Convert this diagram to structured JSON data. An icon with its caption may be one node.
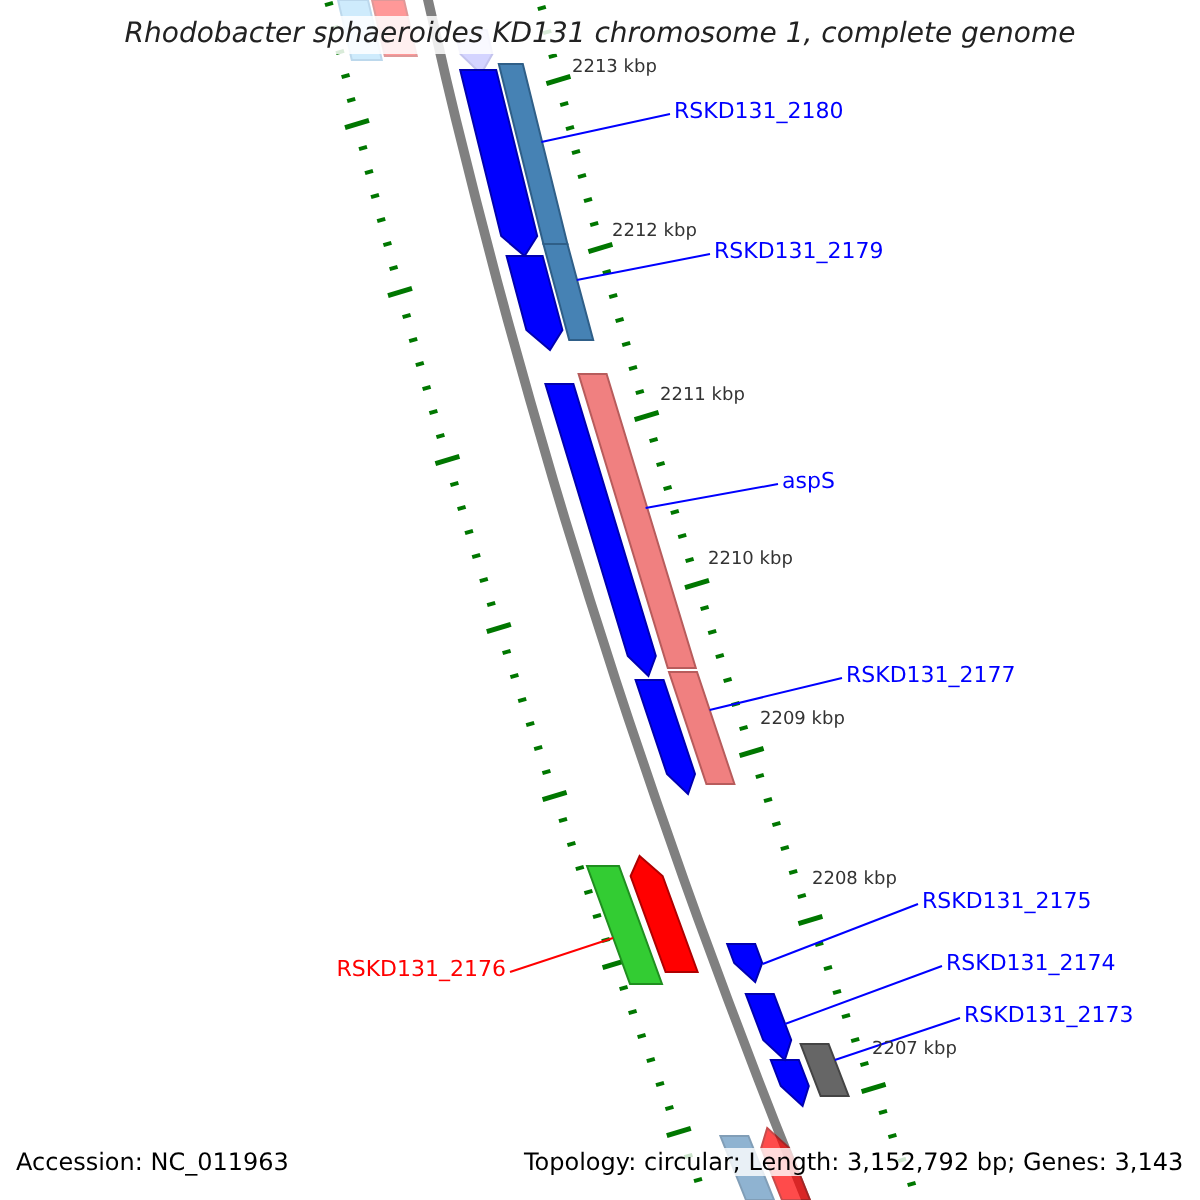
{
  "diagram": {
    "title": "Rhodobacter sphaeroides KD131 chromosome 1, complete genome",
    "nodes": [
      {
        "text": [
          "RSKD131_2180"
        ]
      },
      {
        "text": [],
        "shape": "arrow"
      },
      {
        "text": [
          "RSKD131_2179"
        ]
      },
      {
        "text": [],
        "shape": "arrow"
      },
      {
        "text": [
          "aspS"
        ]
      },
      {
        "text": [],
        "shape": "arrow"
      },
      {
        "text": [
          "RSKD131_2177"
        ]
      },
      {
        "text": [],
        "shape": "arrow"
      },
      {
        "text": [
          "RSKD131_2176"
        ]
      },
      {
        "text": [],
        "shape": "arrow"
      },
      {
        "text": [
          "RSKD131_2175"
        ]
      },
      {
        "text": [],
        "shape": "arrow"
      },
      {
        "text": [
          "RSKD131_2174"
        ]
      },
      {
        "text": [],
        "shape": "arrow"
      },
      {
        "text": [
          "RSKD131_2173"
        ]
      },
      {
        "text": [],
        "shape": "box"
      }
    ],
    "edges": [
      {
        "from": 0,
        "to": 1,
        "arrow": "none"
      },
      {
        "from": 2,
        "to": 3,
        "arrow": "none"
      },
      {
        "from": 4,
        "to": 5,
        "arrow": "none"
      },
      {
        "from": 6,
        "to": 7,
        "arrow": "none"
      },
      {
        "from": 8,
        "to": 9,
        "arrow": "none",
        "color": "#ff0000"
      },
      {
        "from": 10,
        "to": 11,
        "arrow": "none"
      },
      {
        "from": 12,
        "to": 13,
        "arrow": "none"
      },
      {
        "from": 14,
        "to": 15,
        "arrow": "none"
      }
    ],
    "labels": [
      "2213 kbp",
      "2212 kbp",
      "2211 kbp",
      "2210 kbp",
      "2209 kbp",
      "2208 kbp",
      "2207 kbp",
      "Accession: NC_011963",
      "Topology: circular; Length: 3,152,792 bp; Genes: 3,143"
    ]
  }
}
